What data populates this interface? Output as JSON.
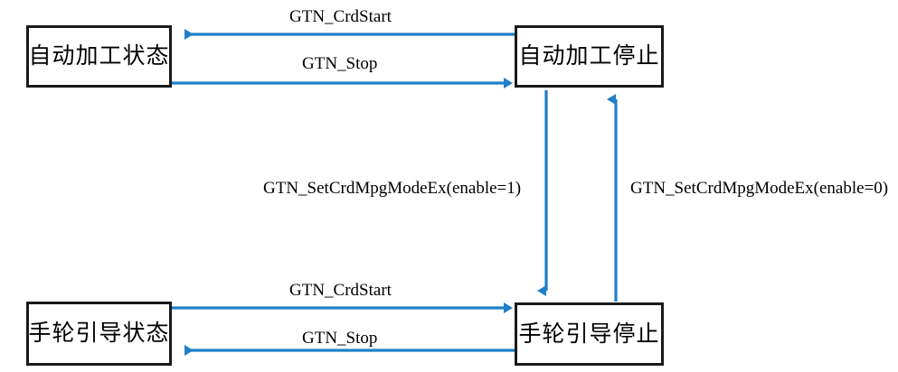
{
  "diagram": {
    "title": "",
    "accent_color": "#1f7fc9",
    "box_border_color": "#1a1a1a",
    "background_color": "#ffffff",
    "states": [
      {
        "id": "auto-run",
        "label": "自动加工状态"
      },
      {
        "id": "auto-stop",
        "label": "自动加工停止"
      },
      {
        "id": "mpg-run",
        "label": "手轮引导状态"
      },
      {
        "id": "mpg-stop",
        "label": "手轮引导停止"
      }
    ],
    "transitions": [
      {
        "id": "auto-stop-to-auto-run",
        "label": "GTN_CrdStart",
        "from": "auto-stop",
        "to": "auto-run",
        "direction": "left"
      },
      {
        "id": "auto-run-to-auto-stop",
        "label": "GTN_Stop",
        "from": "auto-run",
        "to": "auto-stop",
        "direction": "right"
      },
      {
        "id": "auto-stop-to-mpg-stop",
        "label": "GTN_SetCrdMpgModeEx(enable=1)",
        "from": "auto-stop",
        "to": "mpg-stop",
        "direction": "down"
      },
      {
        "id": "mpg-stop-to-auto-stop",
        "label": "GTN_SetCrdMpgModeEx(enable=0)",
        "from": "mpg-stop",
        "to": "auto-stop",
        "direction": "up"
      },
      {
        "id": "mpg-run-to-mpg-stop",
        "label": "GTN_CrdStart",
        "from": "mpg-run",
        "to": "mpg-stop",
        "direction": "right"
      },
      {
        "id": "mpg-stop-to-mpg-run",
        "label": "GTN_Stop",
        "from": "mpg-stop",
        "to": "mpg-run",
        "direction": "left"
      }
    ]
  }
}
